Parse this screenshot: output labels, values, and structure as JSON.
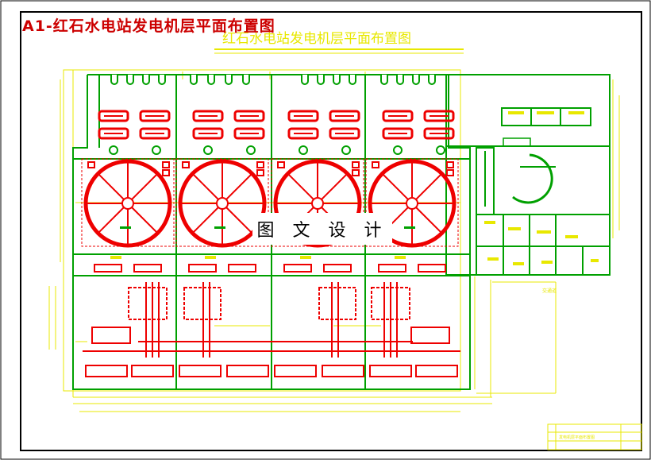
{
  "header": {
    "main_title": "A1-红石水电站发电机层平面布置图",
    "drawing_subtitle": "红石水电站发电机层平面布置图"
  },
  "watermark": {
    "text": "图 文 设 计"
  },
  "title_block": {
    "drawing_name": "发电机层平面布置图"
  },
  "annotations": {
    "side_note": "交通道"
  },
  "colors": {
    "structure": "#00a000",
    "equipment": "#ee0000",
    "dimension": "#e8e800",
    "frame": "#000000"
  }
}
